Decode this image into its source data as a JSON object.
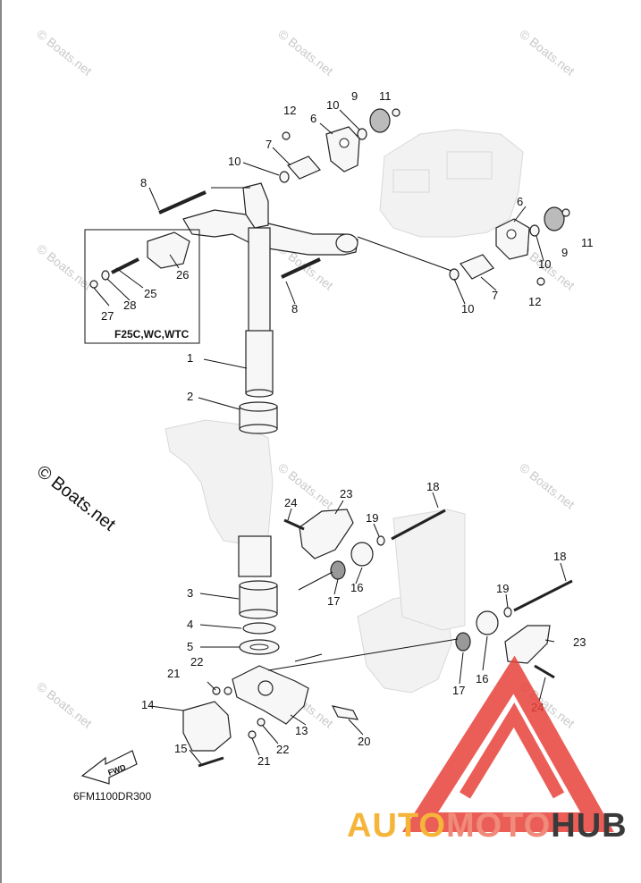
{
  "diagram_code": "6FM1100DR300",
  "variant_label": "F25C,WC,WTC",
  "fwd_label": "FWD",
  "watermark": {
    "repeated": "© Boats.net",
    "large": "© Boats.net"
  },
  "brand": {
    "part1": "AUTO",
    "part2": "MOTO",
    "part3": "HUB",
    "color_auto": "#f5b53a",
    "color_moto": "#f08a7a",
    "color_hub": "#3a3a3a",
    "logo_color": "#e8413a"
  },
  "callouts": [
    {
      "id": "c1",
      "text": "1"
    },
    {
      "id": "c2",
      "text": "2"
    },
    {
      "id": "c3",
      "text": "3"
    },
    {
      "id": "c4",
      "text": "4"
    },
    {
      "id": "c5",
      "text": "5"
    },
    {
      "id": "c6a",
      "text": "6"
    },
    {
      "id": "c6b",
      "text": "6"
    },
    {
      "id": "c7a",
      "text": "7"
    },
    {
      "id": "c7b",
      "text": "7"
    },
    {
      "id": "c8a",
      "text": "8"
    },
    {
      "id": "c8b",
      "text": "8"
    },
    {
      "id": "c9a",
      "text": "9"
    },
    {
      "id": "c9b",
      "text": "9"
    },
    {
      "id": "c10a",
      "text": "10"
    },
    {
      "id": "c10b",
      "text": "10"
    },
    {
      "id": "c10c",
      "text": "10"
    },
    {
      "id": "c10d",
      "text": "10"
    },
    {
      "id": "c11a",
      "text": "11"
    },
    {
      "id": "c11b",
      "text": "11"
    },
    {
      "id": "c12a",
      "text": "12"
    },
    {
      "id": "c12b",
      "text": "12"
    },
    {
      "id": "c13",
      "text": "13"
    },
    {
      "id": "c14",
      "text": "14"
    },
    {
      "id": "c15",
      "text": "15"
    },
    {
      "id": "c16a",
      "text": "16"
    },
    {
      "id": "c16b",
      "text": "16"
    },
    {
      "id": "c17a",
      "text": "17"
    },
    {
      "id": "c17b",
      "text": "17"
    },
    {
      "id": "c18a",
      "text": "18"
    },
    {
      "id": "c18b",
      "text": "18"
    },
    {
      "id": "c19a",
      "text": "19"
    },
    {
      "id": "c19b",
      "text": "19"
    },
    {
      "id": "c20",
      "text": "20"
    },
    {
      "id": "c21a",
      "text": "21"
    },
    {
      "id": "c21b",
      "text": "21"
    },
    {
      "id": "c22a",
      "text": "22"
    },
    {
      "id": "c22b",
      "text": "22"
    },
    {
      "id": "c23a",
      "text": "23"
    },
    {
      "id": "c23b",
      "text": "23"
    },
    {
      "id": "c24a",
      "text": "24"
    },
    {
      "id": "c24b",
      "text": "24"
    },
    {
      "id": "c25",
      "text": "25"
    },
    {
      "id": "c26",
      "text": "26"
    },
    {
      "id": "c27",
      "text": "27"
    },
    {
      "id": "c28",
      "text": "28"
    }
  ]
}
